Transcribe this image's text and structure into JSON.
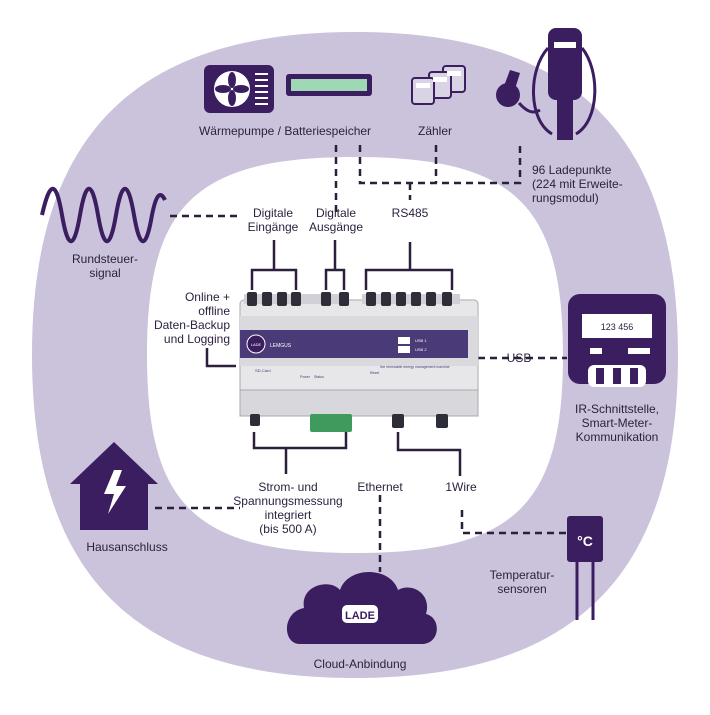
{
  "labels": {
    "heatpump_battery": "Wärmepumpe / Batteriespeicher",
    "meter": "Zähler",
    "chargepoints": "96 Ladepunkte\n(224 mit Erweite-\nrungsmodul)",
    "ripple": "Rundsteuer-\nsignal",
    "digital_in": "Digitale\nEingänge",
    "digital_out": "Digitale\nAusgänge",
    "rs485": "RS485",
    "backup": "Online +\noffline\nDaten-Backup\nund Logging",
    "usb": "USB",
    "ir": "IR-Schnittstelle,\nSmart-Meter-\nKommunikation",
    "current": "Strom- und\nSpannungsmessung\nintegriert\n(bis 500 A)",
    "ethernet": "Ethernet",
    "onewire": "1Wire",
    "house": "Hausanschluss",
    "temp": "Temperatur-\nsensoren",
    "cloud": "Cloud-Anbindung"
  },
  "device": {
    "brand": "LADE",
    "model": "LEMGUS",
    "usb1": "USB 1",
    "usb2": "USB 2",
    "sdcard": "SD-Card",
    "power": "Power",
    "status": "Status",
    "reset": "Reset",
    "tagline": "the renewable energy management machine"
  },
  "meter_display": "123 456",
  "cloud_logo": "LADE",
  "temp_symbol": "°C",
  "colors": {
    "ring": "#cbc2dc",
    "purple": "#3b1e60",
    "dark": "#2b1f3c",
    "device_body": "#e7e7ea",
    "battery_green": "#9fd8b4",
    "terminal_green": "#3f9b5d"
  }
}
